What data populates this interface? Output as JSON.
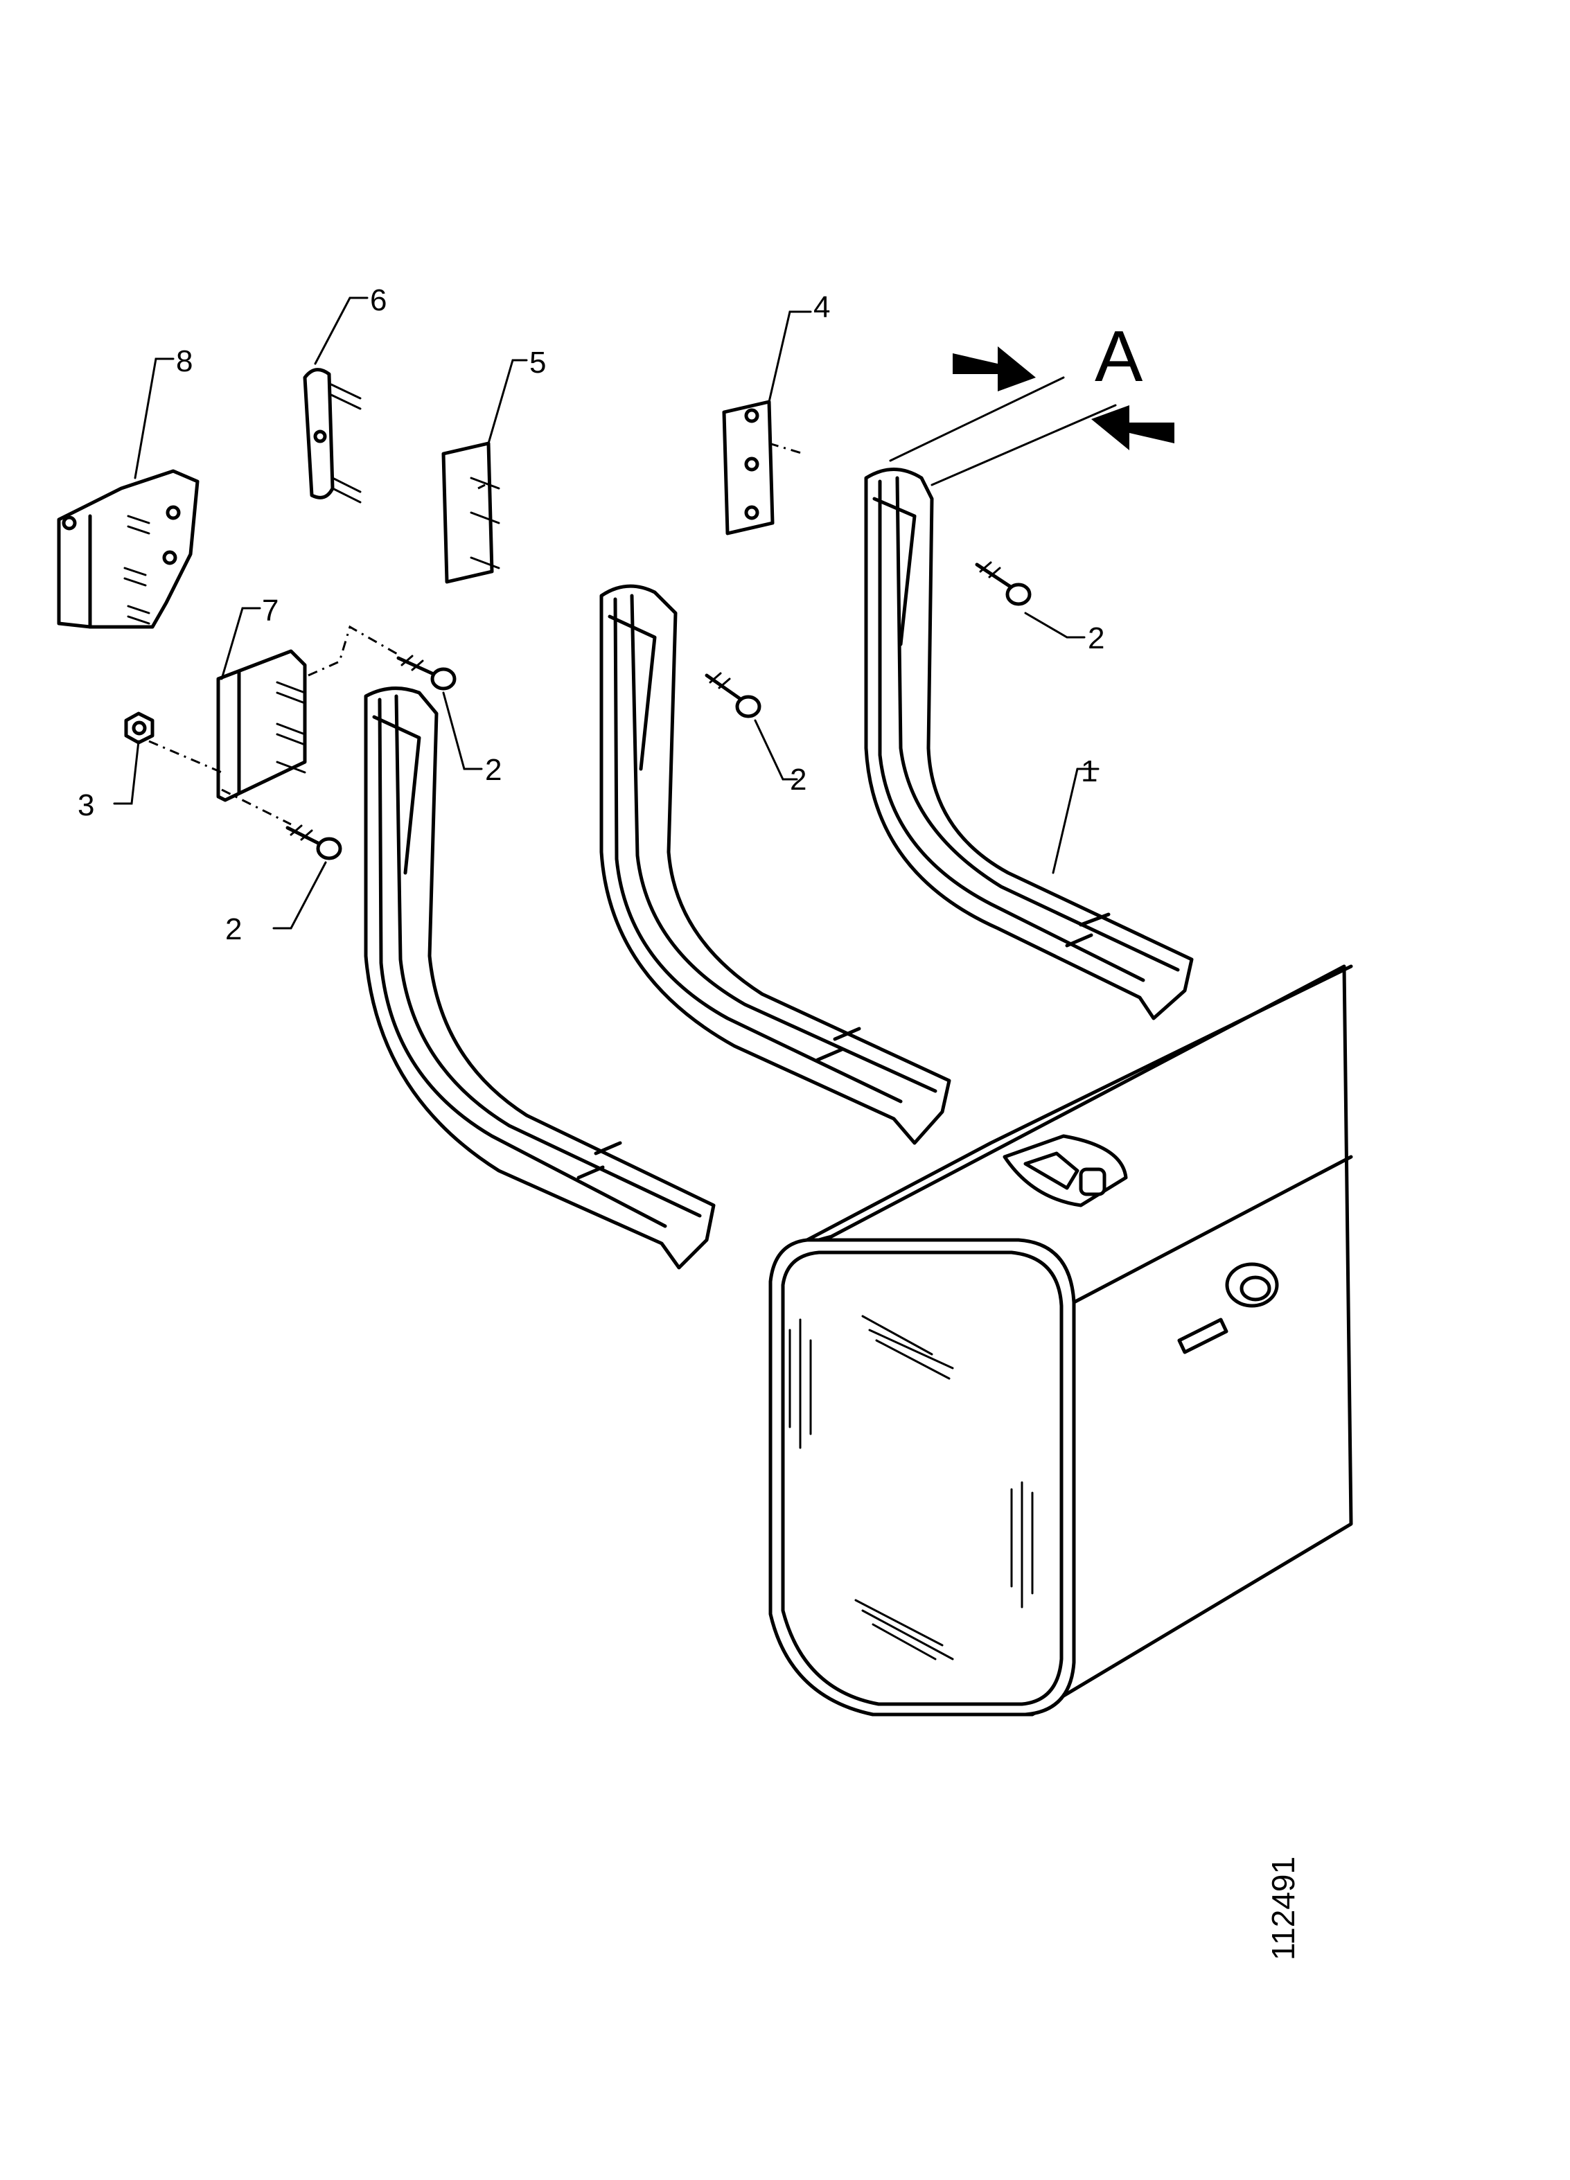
{
  "callouts": {
    "c1": "1",
    "c2a": "2",
    "c2b": "2",
    "c2c": "2",
    "c2d": "2",
    "c3": "3",
    "c4": "4",
    "c5": "5",
    "c6": "6",
    "c7": "7",
    "c8": "8"
  },
  "section_label": "A",
  "reference_number": "112491"
}
